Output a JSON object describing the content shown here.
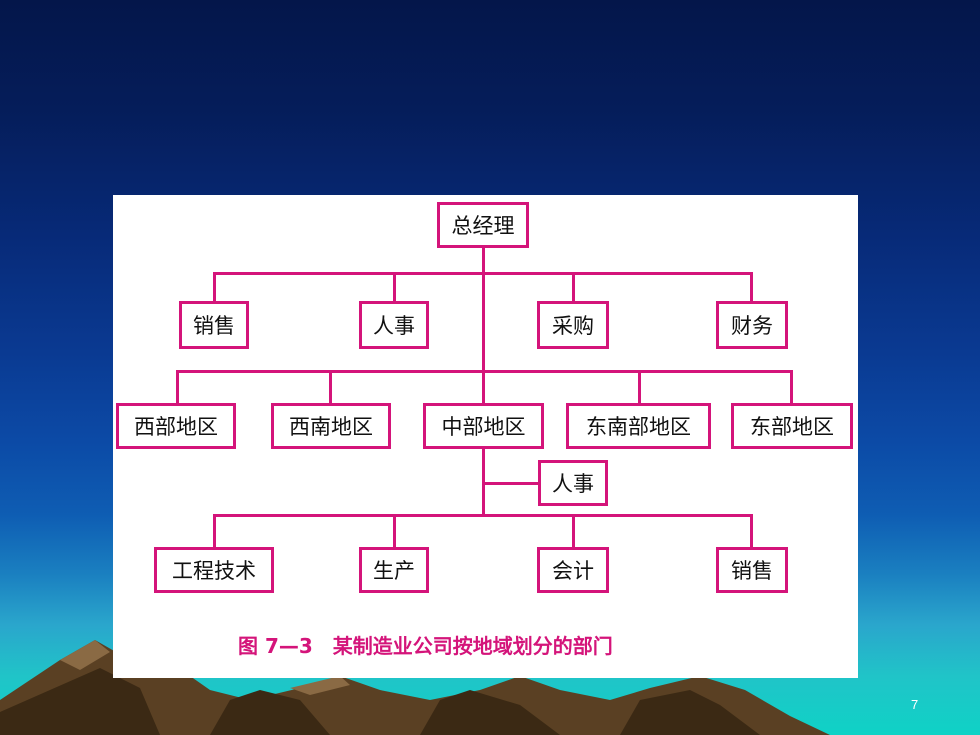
{
  "diagram": {
    "root": "总经理",
    "functions": [
      "销售",
      "人事",
      "采购",
      "财务"
    ],
    "regions": [
      "西部地区",
      "西南地区",
      "中部地区",
      "东南部地区",
      "东部地区"
    ],
    "central_staff": "人事",
    "central_units": [
      "工程技术",
      "生产",
      "会计",
      "销售"
    ],
    "caption": "图 7—3　某制造业公司按地域划分的部门"
  },
  "slide": {
    "page_number": "7"
  },
  "colors": {
    "accent": "#d4147a",
    "background_top": "#04164a",
    "background_bottom": "#0fd2c6",
    "mountain": "#5a4023"
  }
}
